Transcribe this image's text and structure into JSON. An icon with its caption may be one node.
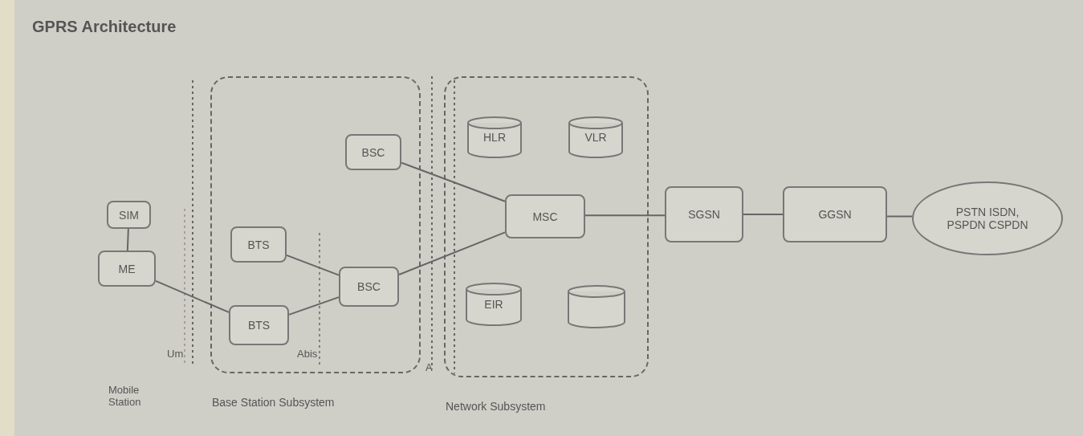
{
  "diagram": {
    "title": "GPRS Architecture",
    "nodes": [
      {
        "text": [
          "Base Station Subsystem"
        ]
      },
      {
        "text": [
          "Network Subsystem"
        ]
      },
      {
        "text": [
          "BSC"
        ],
        "in": 0
      },
      {
        "text": [
          "BTS"
        ],
        "in": 0
      },
      {
        "text": [
          "BTS"
        ],
        "in": 0
      },
      {
        "text": [
          "BSC"
        ],
        "in": 0
      },
      {
        "text": [
          "HLR"
        ],
        "in": 1
      },
      {
        "text": [
          "VLR"
        ],
        "in": 1
      },
      {
        "text": [
          "MSC"
        ],
        "in": 1
      },
      {
        "text": [
          "EIR"
        ],
        "in": 1
      },
      {
        "text": [],
        "shape": "cylinder",
        "in": 1
      },
      {
        "text": [
          "SIM"
        ]
      },
      {
        "text": [
          "ME"
        ]
      },
      {
        "text": [
          "SGSN"
        ]
      },
      {
        "text": [
          "GGSN"
        ]
      },
      {
        "text": [
          "PSTN ISDN, PSPDN CSPDN"
        ]
      }
    ],
    "edges": [
      {
        "from": 11,
        "to": 12,
        "arrow": "none"
      },
      {
        "from": 12,
        "to": 4,
        "arrow": "none"
      },
      {
        "from": 3,
        "to": 5,
        "arrow": "none"
      },
      {
        "from": 4,
        "to": 5,
        "arrow": "none"
      },
      {
        "from": 2,
        "to": 8,
        "arrow": "none"
      },
      {
        "from": 5,
        "to": 8,
        "arrow": "none"
      },
      {
        "from": 8,
        "to": 13,
        "arrow": "none"
      },
      {
        "from": 13,
        "to": 14,
        "arrow": "none"
      },
      {
        "from": 14,
        "to": 15,
        "arrow": "none"
      }
    ],
    "labels": [
      "Um",
      "Abis",
      "A",
      "Mobile Station"
    ]
  }
}
